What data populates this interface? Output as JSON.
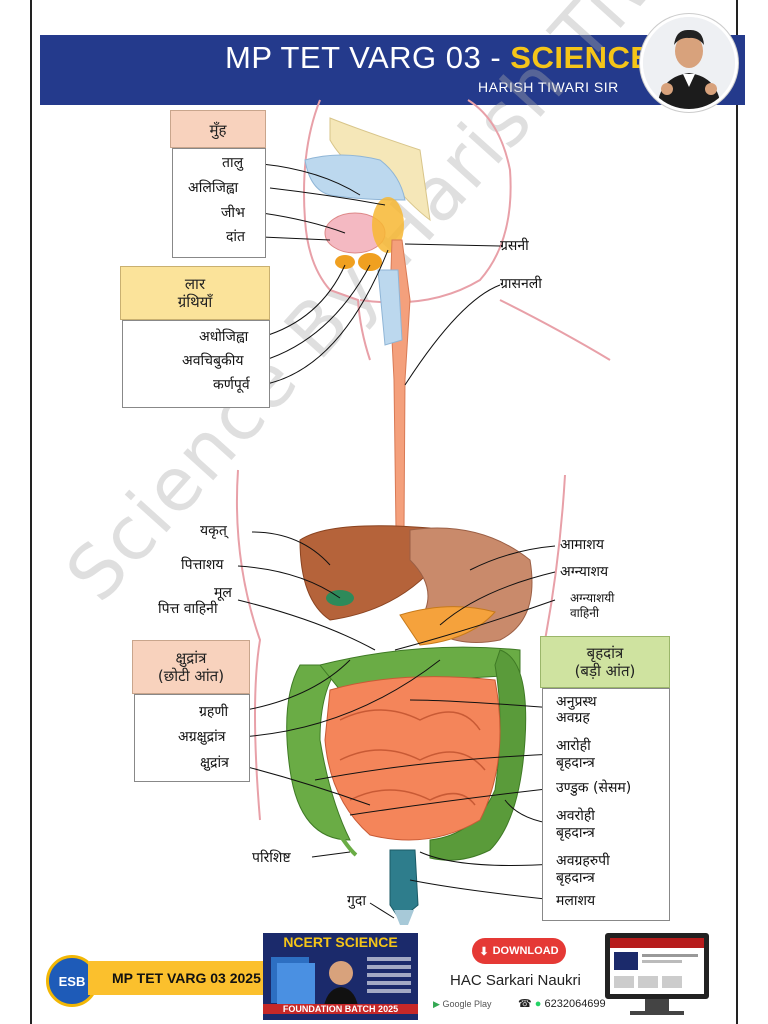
{
  "header": {
    "title_main": "MP TET VARG 03 - ",
    "title_highlight": "SCIENCE",
    "subtitle": "HARISH TIWARI SIR"
  },
  "watermark": "Science By Harish Tiwari Sir",
  "mouth_box": {
    "heading": "मुँह",
    "items": [
      "तालु",
      "अलिजिह्वा",
      "जीभ",
      "दांत"
    ]
  },
  "salivary_box": {
    "heading_line1": "लार",
    "heading_line2": "ग्रंथियाँ",
    "items": [
      "अधोजिह्वा",
      "अवचिबुकीय",
      "कर्णपूर्व"
    ]
  },
  "throat_labels": {
    "pharynx": "ग्रसनी",
    "esophagus": "ग्रासनली"
  },
  "left_organs": {
    "liver": "यकृत्",
    "gallbladder": "पित्ताशय",
    "bile_duct_line1": "मूल",
    "bile_duct_line2": "पित्त वाहिनी"
  },
  "right_organs": {
    "stomach": "आमाशय",
    "pancreas": "अग्न्याशय",
    "pancreatic_duct_line1": "अग्न्याशयी",
    "pancreatic_duct_line2": "वाहिनी"
  },
  "small_intestine_box": {
    "heading_line1": "क्षुद्रांत्र",
    "heading_line2": "(छोटी आंत)",
    "items": [
      "ग्रहणी",
      "अग्रक्षुद्रांत्र",
      "क्षुद्रांत्र"
    ]
  },
  "large_intestine_box": {
    "heading_line1": "बृहदांत्र",
    "heading_line2": "(बड़ी आंत)",
    "items": [
      [
        "अनुप्रस्थ",
        "अवग्रह"
      ],
      [
        "आरोही",
        "बृहदान्त्र"
      ],
      [
        "उण्डुक (सेसम)"
      ],
      [
        "अवरोही",
        "बृहदान्त्र"
      ],
      [
        "अवग्रहरुपी",
        "बृहदान्त्र"
      ],
      [
        "मलाशय"
      ]
    ]
  },
  "bottom_labels": {
    "appendix": "परिशिष्ट",
    "anus": "गुदा"
  },
  "footer": {
    "logo_text": "ESB",
    "series": "MP TET VARG 03  2025",
    "ad_title": "NCERT SCIENCE",
    "ad_batch": "FOUNDATION BATCH 2025",
    "download": "DOWNLOAD",
    "brand": "HAC Sarkari Naukri",
    "store": "Google Play",
    "phone": "6232064699"
  },
  "colors": {
    "banner": "#243a8c",
    "accent": "#f5c518",
    "mouth_box_head": "#f8d2bd",
    "salivary_box_head": "#fbe39a",
    "small_intestine_box_head": "#f8d2bd",
    "large_intestine_box_head": "#cfe3a0"
  }
}
